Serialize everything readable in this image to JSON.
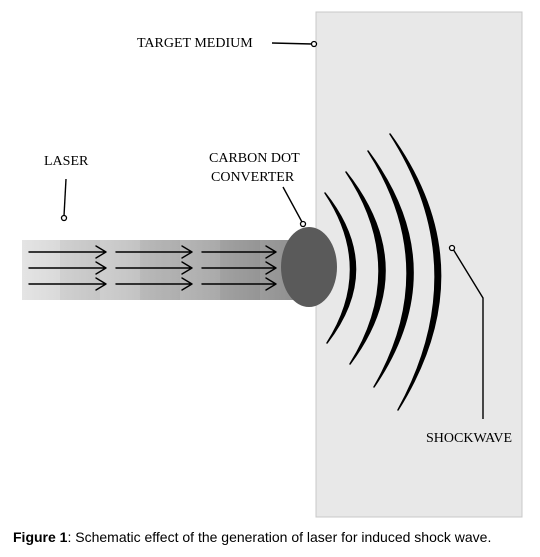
{
  "labels": {
    "target_medium": "TARGET MEDIUM",
    "laser": "LASER",
    "carbon_dot_line1": "CARBON DOT",
    "carbon_dot_line2": "CONVERTER",
    "shockwave": "SHOCKWAVE"
  },
  "caption": {
    "prefix": "Figure 1",
    "text": ": Schematic effect of the generation of laser for induced shock wave."
  },
  "colors": {
    "medium_fill": "#e8e8e8",
    "medium_stroke": "#c8c8c8",
    "converter_fill": "#5a5a5a",
    "beam_light": "#e2e2e2",
    "beam_dark": "#8c8c8c",
    "line": "#000000"
  }
}
